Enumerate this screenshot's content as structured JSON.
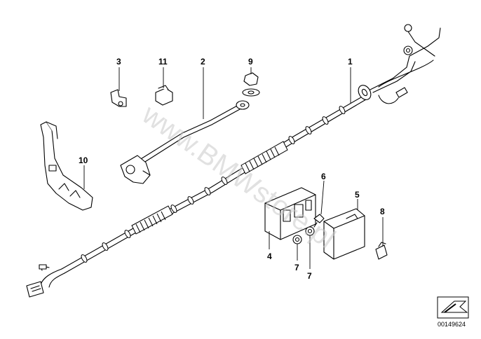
{
  "watermark": "www.BMWstore.pl",
  "diagram_number": "00149624",
  "callouts": [
    {
      "id": "1",
      "label": "1"
    },
    {
      "id": "2",
      "label": "2"
    },
    {
      "id": "3",
      "label": "3"
    },
    {
      "id": "4",
      "label": "4"
    },
    {
      "id": "5",
      "label": "5"
    },
    {
      "id": "6",
      "label": "6"
    },
    {
      "id": "7a",
      "label": "7"
    },
    {
      "id": "7b",
      "label": "7"
    },
    {
      "id": "8",
      "label": "8"
    },
    {
      "id": "9",
      "label": "9"
    },
    {
      "id": "10",
      "label": "10"
    },
    {
      "id": "11",
      "label": "11"
    }
  ]
}
